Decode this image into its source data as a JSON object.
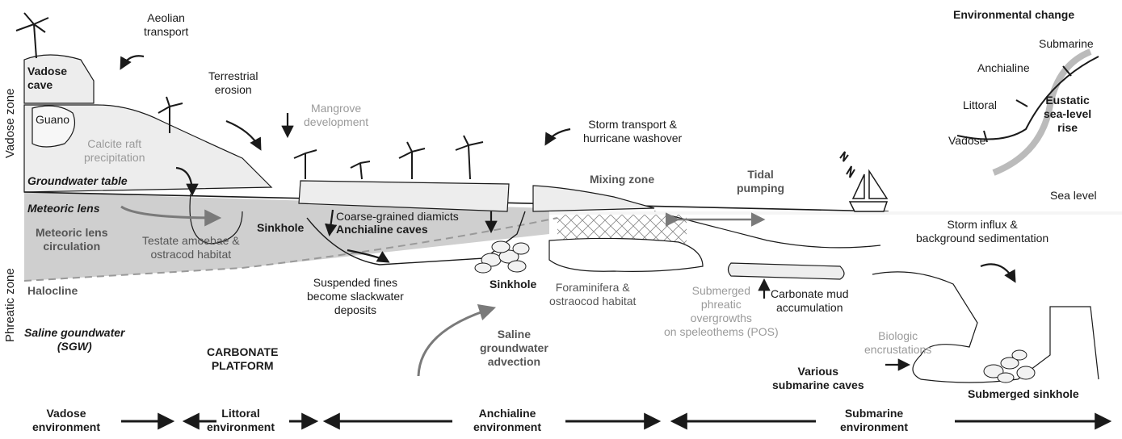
{
  "zones": {
    "vadose": "Vadose zone",
    "phreatic": "Phreatic zone"
  },
  "left_labels": {
    "groundwater_table": "Groundwater table",
    "meteoric_lens": "Meteoric lens",
    "meteoric_circulation": "Meteoric lens\ncirculation",
    "halocline": "Halocline",
    "saline_groundwater": "Saline goundwater\n(SGW)"
  },
  "processes": {
    "aeolian": "Aeolian\ntransport",
    "vadose_cave": "Vadose\ncave",
    "guano": "Guano",
    "terrestrial_erosion": "Terrestrial\nerosion",
    "mangrove": "Mangrove\ndevelopment",
    "calcite_raft": "Calcite raft\nprecipitation",
    "sinkhole_1": "Sinkhole",
    "testate": "Testate amoebae &\nostracod habitat",
    "coarse": "Coarse-grained diamicts",
    "anchialine_caves": "Anchialine caves",
    "suspended_fines": "Suspended fines\nbecome slackwater\ndeposits",
    "sinkhole_2": "Sinkhole",
    "carbonate_platform": "CARBONATE\nPLATFORM",
    "saline_advection": "Saline\ngroundwater\nadvection",
    "storm_transport": "Storm transport &\nhurricane washover",
    "mixing_zone": "Mixing zone",
    "tidal_pumping": "Tidal\npumping",
    "sea_level": "Sea level",
    "foraminifera": "Foraminifera &\nostraocod habitat",
    "pos": "Submerged\nphreatic\novergrowths\non speleothems (POS)",
    "carbonate_mud": "Carbonate mud\naccumulation",
    "storm_influx": "Storm influx &\nbackground sedimentation",
    "biologic": "Biologic\nencrustations",
    "various_caves": "Various\nsubmarine caves",
    "submerged_sinkhole": "Submerged sinkhole"
  },
  "env_change": {
    "title": "Environmental change",
    "vadose": "Vadose",
    "littoral": "Littoral",
    "anchialine": "Anchialine",
    "submarine": "Submarine",
    "eustatic": "Eustatic\nsea-level\nrise"
  },
  "environments": [
    "Vadose\nenvironment",
    "Littoral\nenvironment",
    "Anchialine\nenvironment",
    "Submarine\nenvironment"
  ],
  "colors": {
    "ink": "#1a1a1a",
    "gray_text": "#9a9a9a",
    "lens": "#cfcfcf",
    "land": "#ededed",
    "arrow_gray": "#7a7a7a"
  }
}
